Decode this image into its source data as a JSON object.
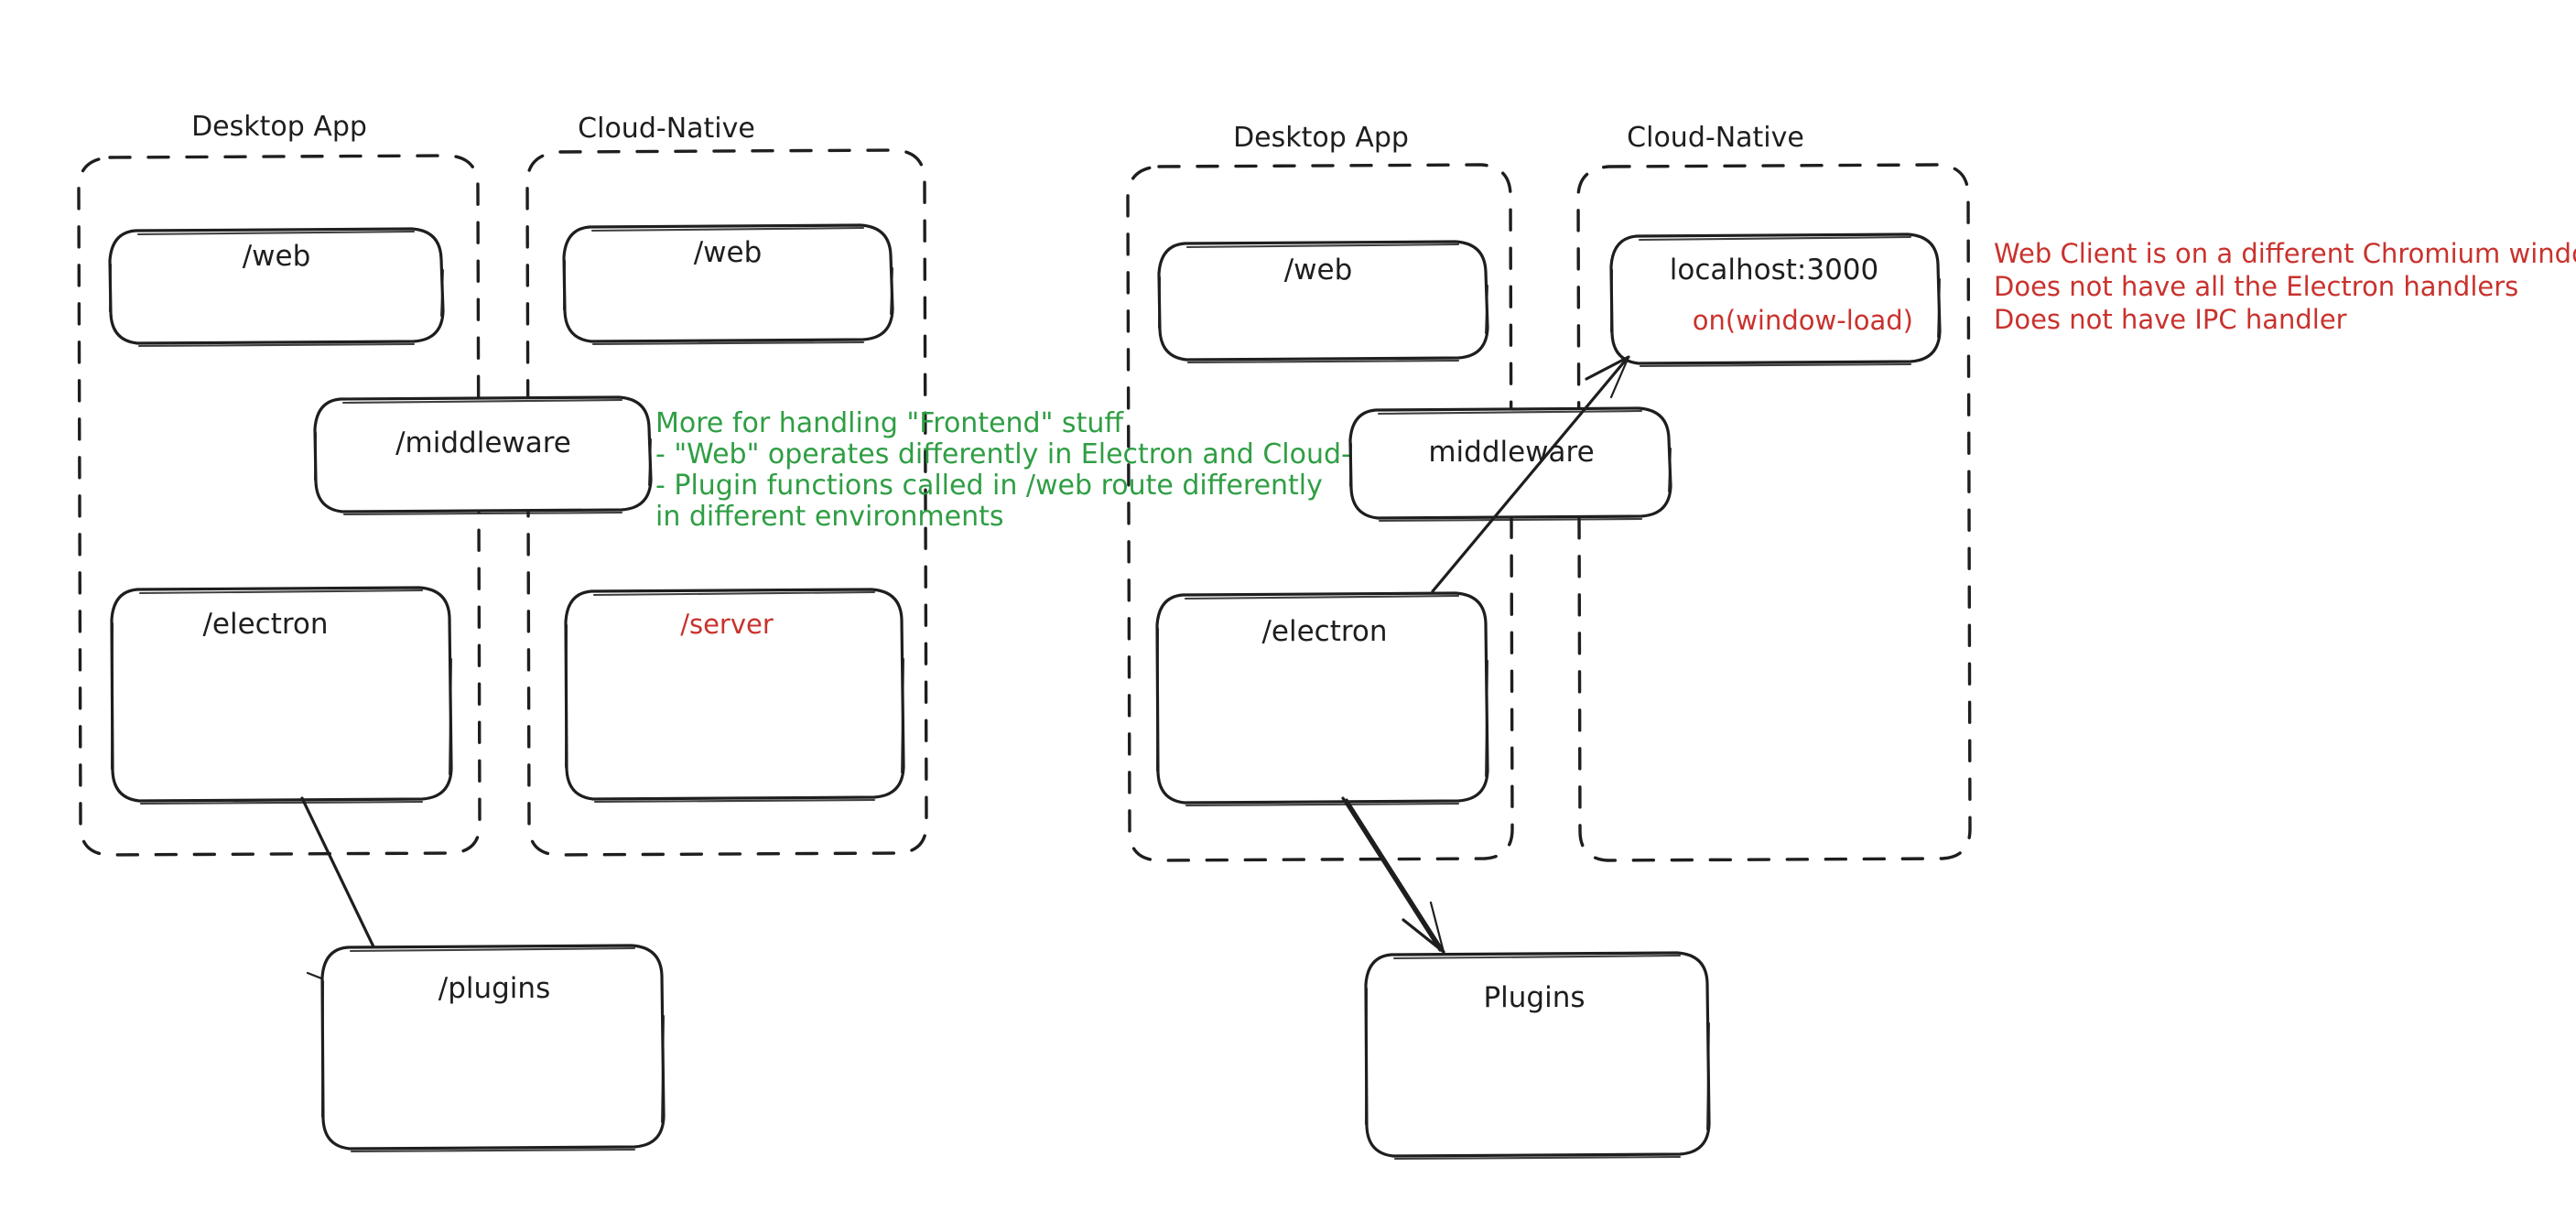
{
  "diagram": {
    "title_hidden": "",
    "groups": [
      {
        "id": "left-desktop",
        "label": "Desktop App",
        "nodes": [
          "/web",
          "/electron"
        ]
      },
      {
        "id": "left-cloud",
        "label": "Cloud-Native",
        "nodes": [
          "/web",
          "/server"
        ]
      },
      {
        "id": "right-desktop",
        "label": "Desktop App",
        "nodes": [
          "/web",
          "/electron"
        ]
      },
      {
        "id": "right-cloud",
        "label": "Cloud-Native",
        "nodes": [
          "localhost:3000",
          "on(window-load)"
        ]
      }
    ],
    "left": {
      "group_desktop_label": "Desktop App",
      "group_cloud_label": "Cloud-Native",
      "node_web_desktop": "/web",
      "node_web_cloud": "/web",
      "node_middleware": "/middleware",
      "node_electron": "/electron",
      "node_server": "/server",
      "node_plugins": "/plugins"
    },
    "right": {
      "group_desktop_label": "Desktop App",
      "group_cloud_label": "Cloud-Native",
      "node_web_desktop": "/web",
      "node_localhost": "localhost:3000",
      "node_localhost_sub": "on(window-load)",
      "node_middleware": "middleware",
      "node_electron": "/electron",
      "node_plugins": "Plugins"
    },
    "notes": {
      "green": [
        "More for handling \"Frontend\" stuff",
        "- \"Web\" operates differently in Electron and Cloud-Native",
        "- Plugin functions called in /web route differently",
        "in different environments"
      ],
      "red": [
        "Web Client is on a different Chromium window",
        "Does not have all the Electron handlers",
        "Does not have IPC handler"
      ]
    },
    "colors": {
      "ink": "#1e1e1e",
      "green": "#2f9e44",
      "red": "#c9322d",
      "background": "#ffffff"
    }
  }
}
